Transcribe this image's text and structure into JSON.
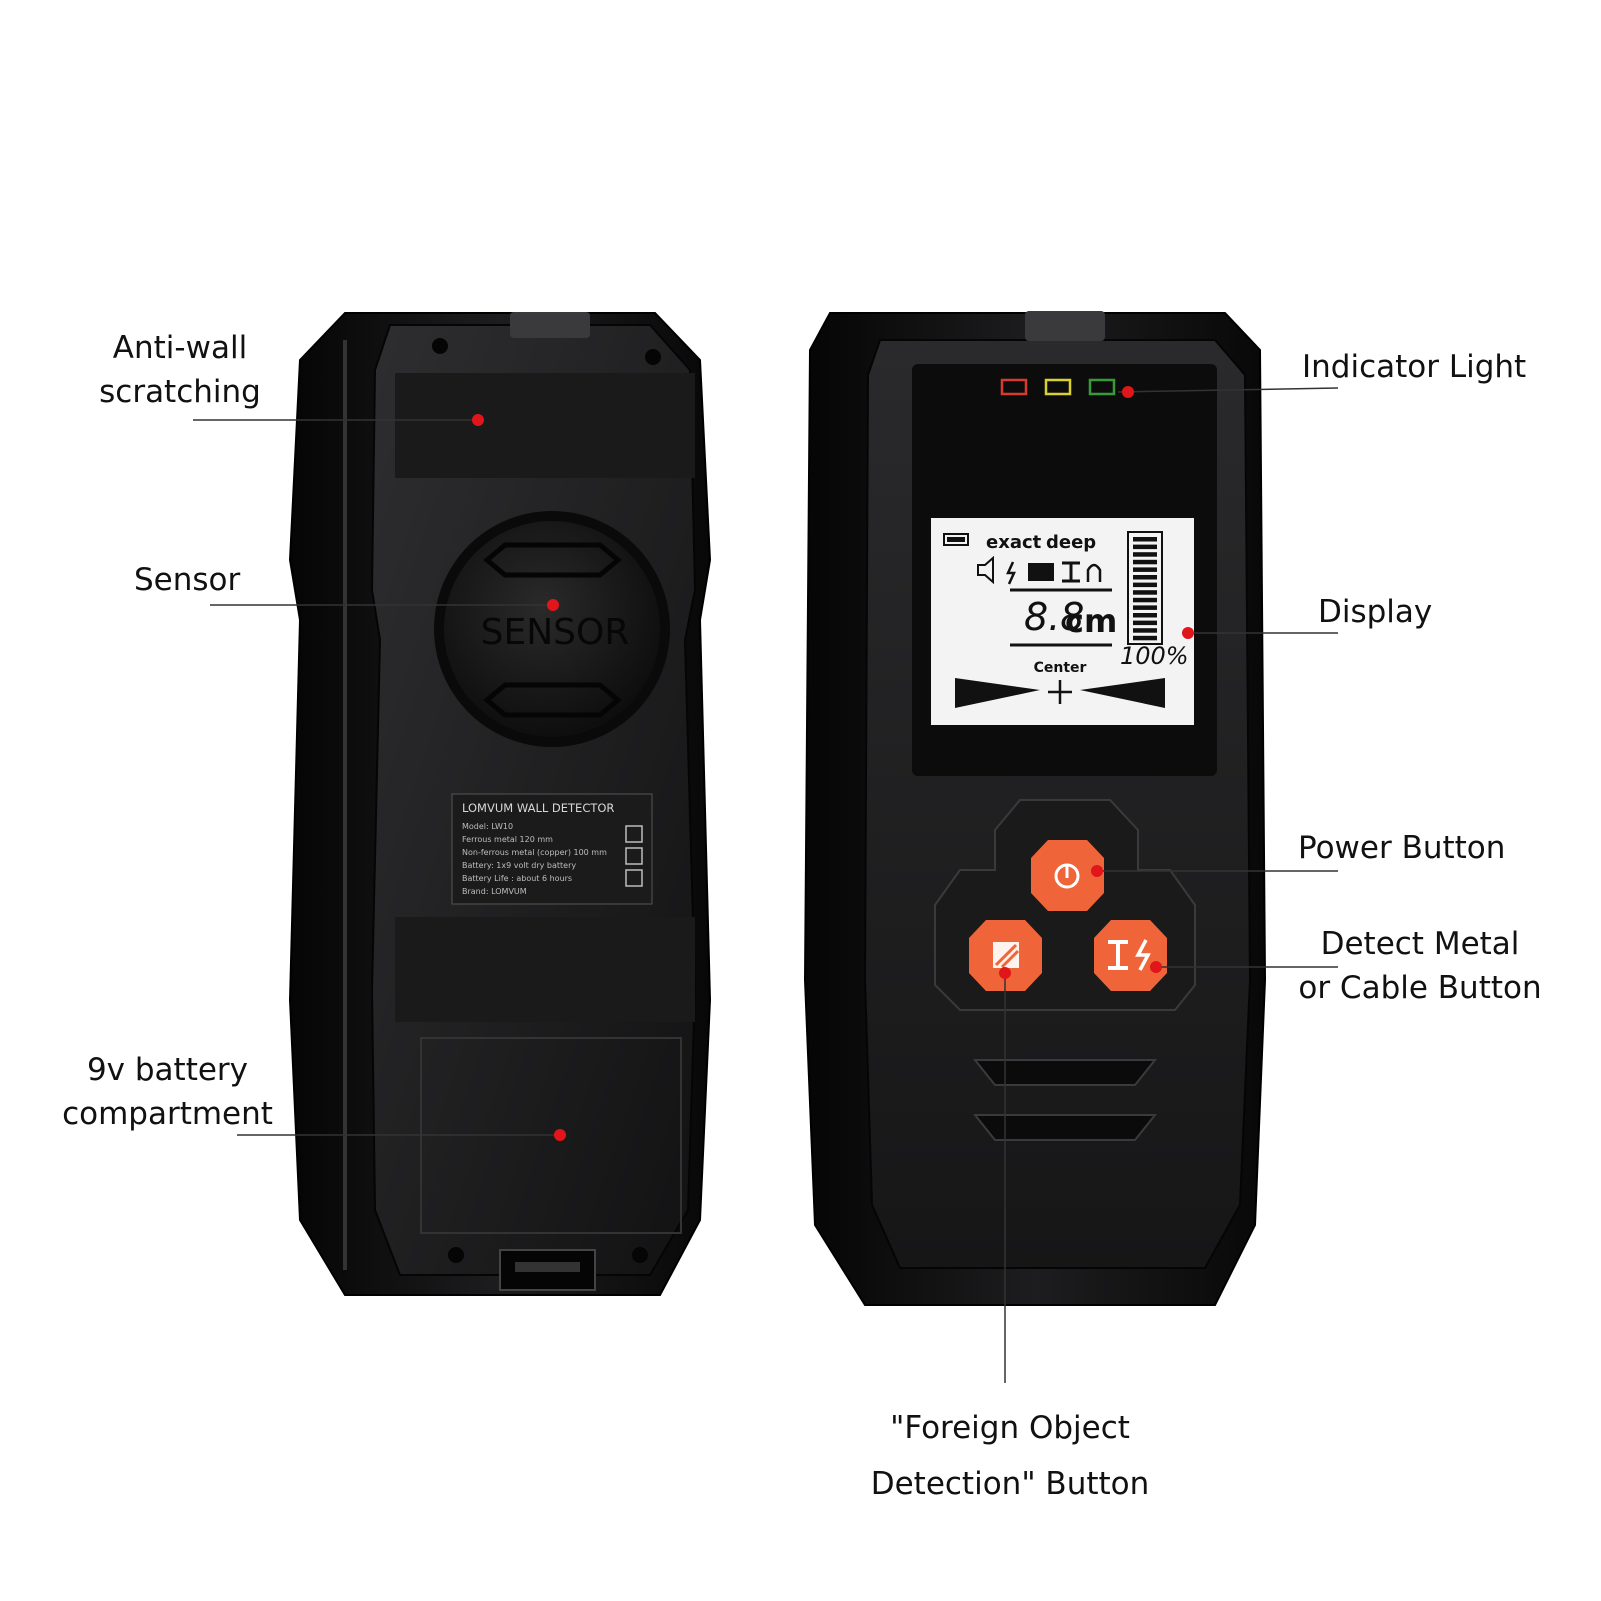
{
  "colors": {
    "body_dark": "#0d0d0d",
    "body_mid": "#1c1c1e",
    "panel": "#262628",
    "button_orange": "#f0643a",
    "callout_dot": "#e0161b",
    "lcd_bg": "#f3f3f3",
    "indicator_red": "#d83a2f",
    "indicator_yellow": "#d8d12f",
    "indicator_green": "#3a9a3a"
  },
  "callouts": {
    "anti_wall": {
      "line1": "Anti-wall",
      "line2": "scratching"
    },
    "sensor": "Sensor",
    "battery": {
      "line1": "9v battery",
      "line2": "compartment"
    },
    "indicator": "Indicator Light",
    "display": "Display",
    "power": "Power Button",
    "metal_cable": {
      "line1": "Detect Metal",
      "line2": "or Cable Button"
    },
    "foreign": {
      "line1": "\"Foreign Object",
      "line2": "Detection\" Button"
    }
  },
  "back_device": {
    "sensor_label": "SENSOR",
    "label_plate": {
      "title": "LOMVUM WALL DETECTOR",
      "lines": [
        "Model: LW10",
        "Ferrous metal        120 mm",
        "Non-ferrous metal (copper)  100 mm",
        "Battery: 1x9 volt dry battery",
        "Battery Life : about 6 hours",
        "Brand: LOMVUM"
      ]
    }
  },
  "front_device": {
    "lcd": {
      "mode_exact": "exact",
      "mode_deep": "deep",
      "reading": "8.8",
      "unit": "cm",
      "percent": "100%",
      "center_label": "Center"
    },
    "buttons": {
      "power_icon": "power-icon",
      "foreign_icon": "stud-wood-icon",
      "metal_icon": "metal-cable-icon"
    }
  }
}
